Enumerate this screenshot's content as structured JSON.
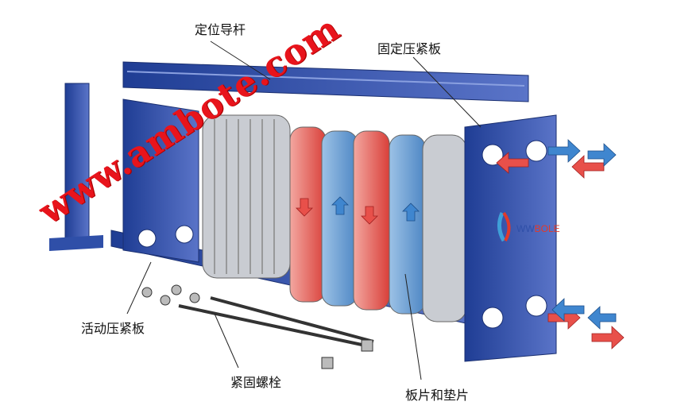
{
  "labels": {
    "guide_bar": "定位导杆",
    "fixed_plate": "固定压紧板",
    "movable_plate": "活动压紧板",
    "bolts": "紧固螺栓",
    "plates_gaskets": "板片和垫片"
  },
  "watermark": "www.ambote.com",
  "logo_text": "WWBOLE",
  "colors": {
    "frame": "#2f4fa8",
    "hot": "#e8504a",
    "cold": "#3a7fc6",
    "plate": "#b8bcc4",
    "watermark": "#e8141c"
  }
}
